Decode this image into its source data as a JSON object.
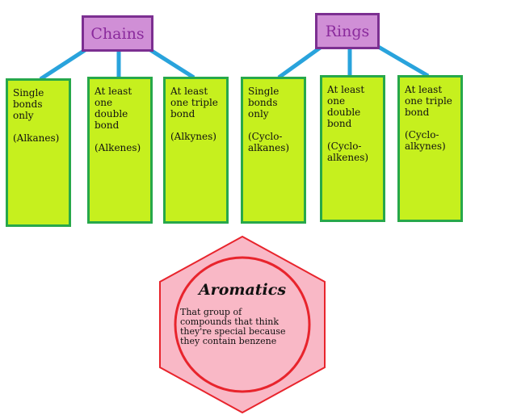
{
  "chains": {
    "label": "Chains",
    "children": [
      {
        "lines": [
          "Single",
          "bonds",
          "only",
          "",
          "(Alkanes)"
        ]
      },
      {
        "lines": [
          "At least",
          "one",
          "double",
          "bond",
          "",
          "(Alkenes)"
        ]
      },
      {
        "lines": [
          "At least",
          "one triple",
          "bond",
          "",
          "(Alkynes)"
        ]
      }
    ]
  },
  "rings": {
    "label": "Rings",
    "children": [
      {
        "lines": [
          "Single",
          "bonds",
          "only",
          "",
          "(Cyclo-",
          "alkanes)"
        ]
      },
      {
        "lines": [
          "At least",
          "one",
          "double",
          "bond",
          "",
          "(Cyclo-",
          "alkenes)"
        ]
      },
      {
        "lines": [
          "At least",
          "one triple",
          "bond",
          "",
          "(Cyclo-",
          "alkynes)"
        ]
      }
    ]
  },
  "aromatics": {
    "title": "Aromatics",
    "description_lines": [
      "That group of",
      "compounds that think",
      "they're special because",
      "they contain benzene"
    ]
  },
  "colors": {
    "category_fill": "#d08fd6",
    "category_border": "#7c2f91",
    "leaf_fill": "#c6f01e",
    "leaf_border": "#27a84a",
    "connector": "#29a3dc",
    "hexagon_fill": "#f9b8c6",
    "hexagon_stroke": "#e8242c"
  }
}
